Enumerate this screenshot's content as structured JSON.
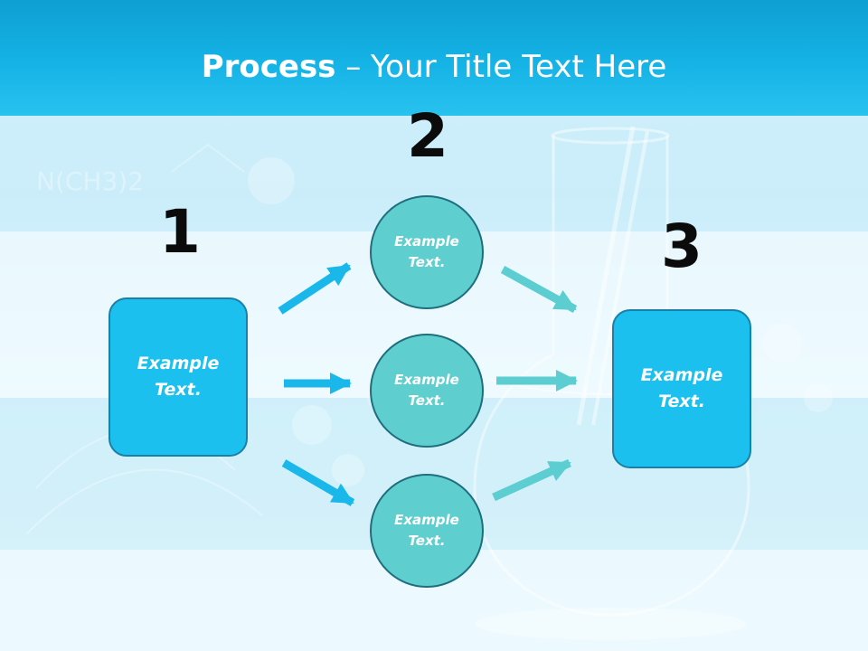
{
  "title": {
    "strong": "Process",
    "rest": " – Your Title Text Here"
  },
  "steps": [
    {
      "number": "1",
      "text": "Example Text."
    },
    {
      "number": "2",
      "text": "Example Text."
    },
    {
      "number": "3",
      "text": "Example Text."
    }
  ],
  "circles": [
    {
      "text": "Example Text."
    },
    {
      "text": "Example Text."
    },
    {
      "text": "Example Text."
    }
  ],
  "background_label": "N(CH3)2",
  "colors": {
    "header": "#15b3e6",
    "box": "#1cc0ee",
    "circle": "#5ecfce",
    "arrow_left": "#1ab8ea",
    "arrow_right": "#5ccdd0"
  }
}
